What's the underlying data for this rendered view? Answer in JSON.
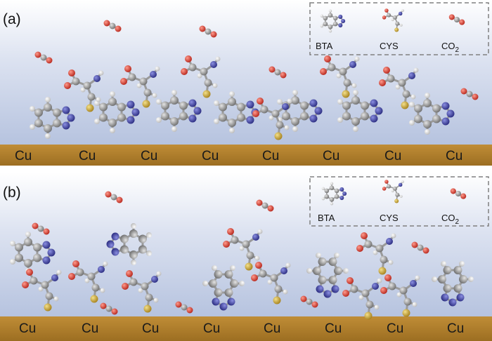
{
  "panels": [
    {
      "label": "(a)",
      "substrate": [
        "Cu",
        "Cu",
        "Cu",
        "Cu",
        "Cu",
        "Cu",
        "Cu",
        "Cu"
      ],
      "legend": {
        "bta": "BTA",
        "cys": "CYS",
        "co2_main": "CO",
        "co2_sub": "2"
      }
    },
    {
      "label": "(b)",
      "substrate": [
        "Cu",
        "Cu",
        "Cu",
        "Cu",
        "Cu",
        "Cu",
        "Cu",
        "Cu"
      ],
      "legend": {
        "bta": "BTA",
        "cys": "CYS",
        "co2_main": "CO",
        "co2_sub": "2"
      }
    }
  ],
  "colors": {
    "copper": "#b07f2c",
    "background_top": "#f6f7fc",
    "background_bottom": "#b9c6e0",
    "carbon": "#8a8a8a",
    "nitrogen": "#3c3fa0",
    "oxygen": "#d63b2f",
    "sulfur": "#c9a534",
    "hydrogen": "#f4f4f4"
  },
  "molecules": {
    "bta_icon": "benzotriazole-molecule",
    "cys_icon": "cysteine-molecule",
    "co2_icon": "co2-molecule"
  }
}
